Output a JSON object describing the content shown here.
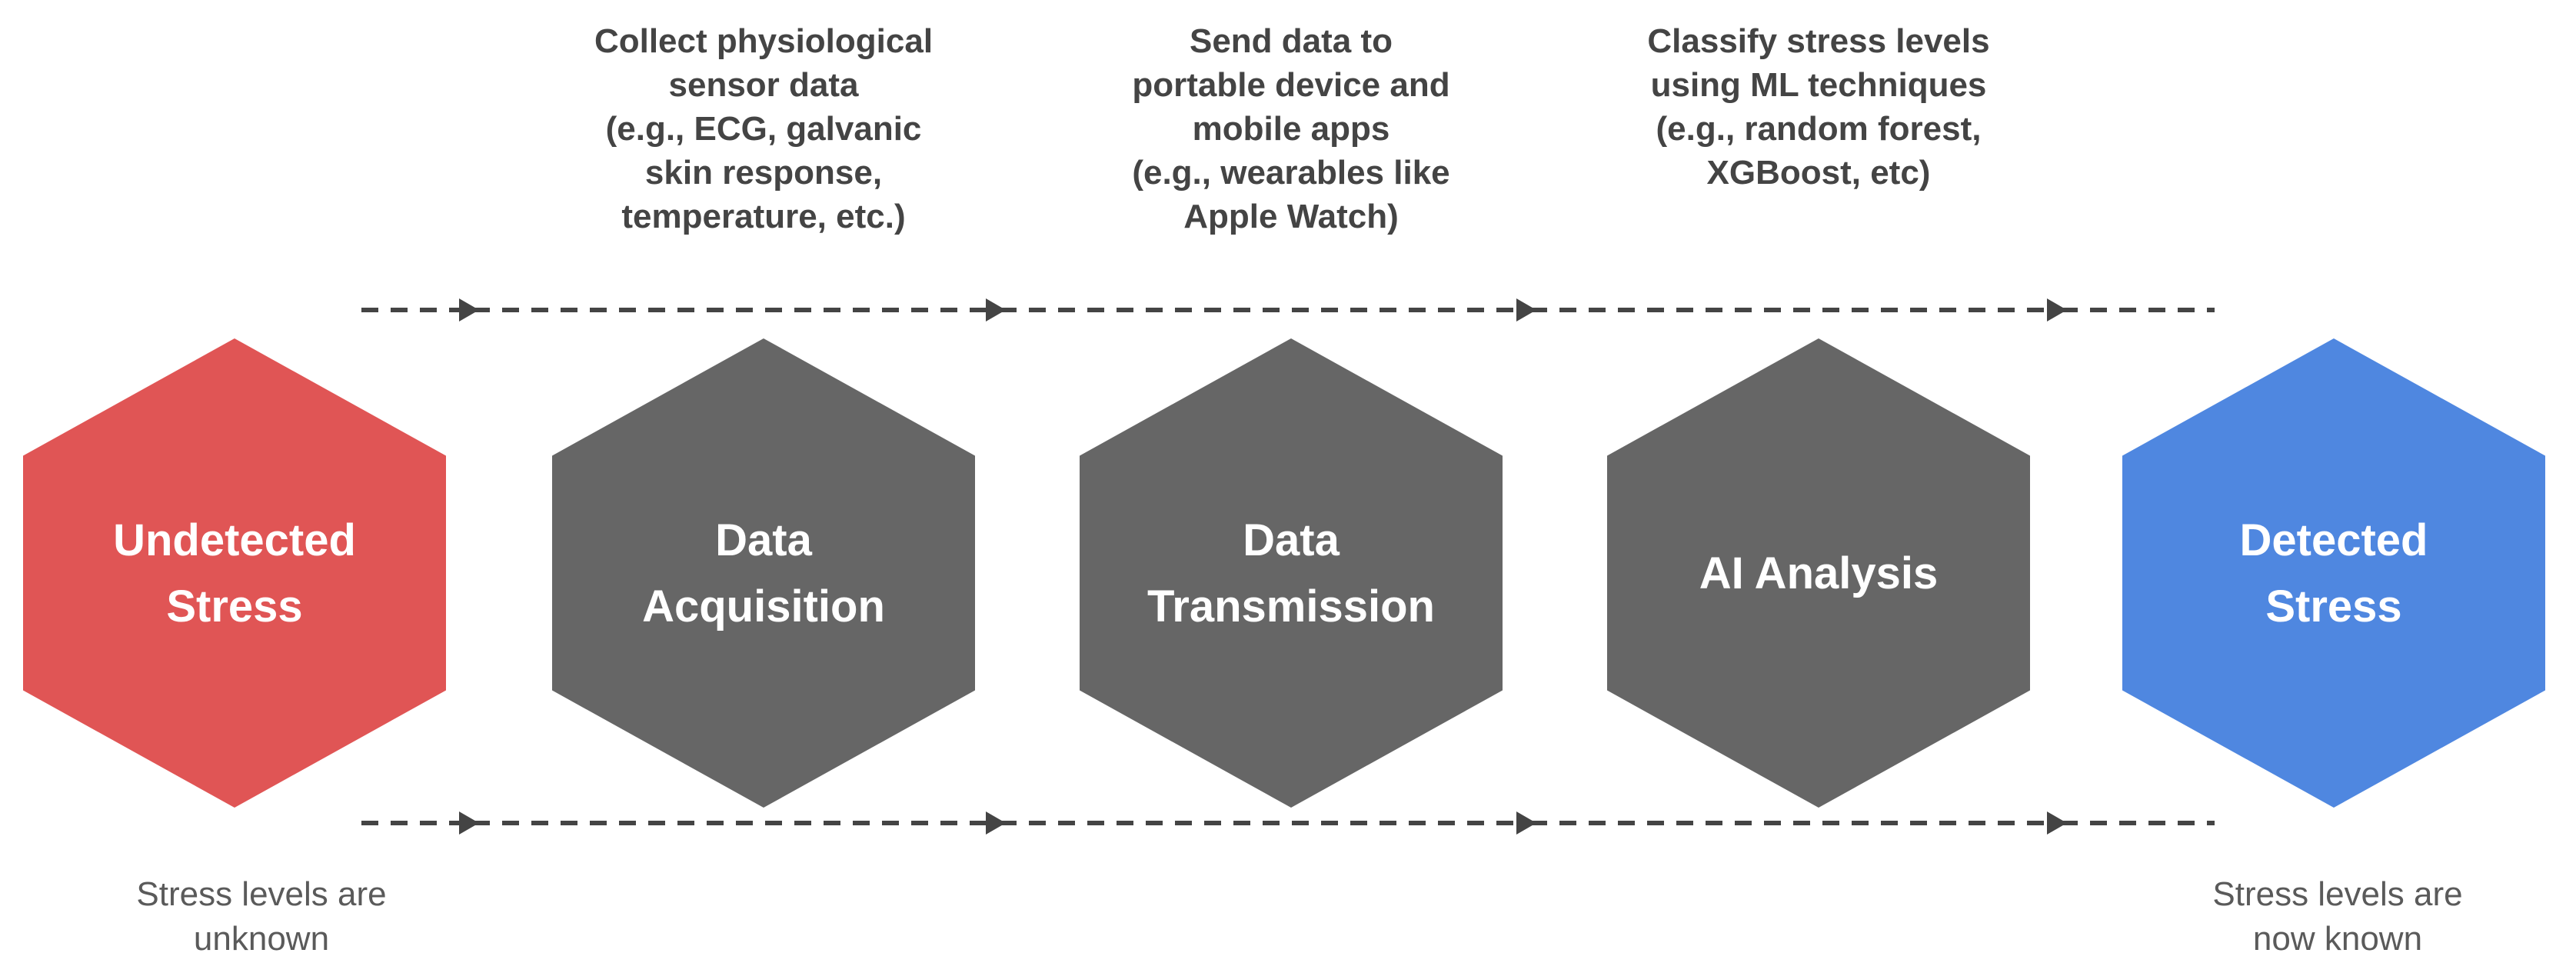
{
  "colors": {
    "start": "#e05555",
    "step": "#666666",
    "end": "#4f87e0",
    "connector": "#444444"
  },
  "stages": [
    {
      "id": "undetected",
      "title_lines": [
        "Undetected",
        "Stress"
      ],
      "top_lines": [],
      "bottom_lines": [
        "Stress levels are",
        "unknown"
      ],
      "color_key": "start"
    },
    {
      "id": "acquisition",
      "title_lines": [
        "Data",
        "Acquisition"
      ],
      "top_lines": [
        "Collect physiological",
        "sensor data",
        "(e.g., ECG, galvanic",
        "skin response,",
        "temperature, etc.)"
      ],
      "bottom_lines": [],
      "color_key": "step"
    },
    {
      "id": "transmission",
      "title_lines": [
        "Data",
        "Transmission"
      ],
      "top_lines": [
        "Send data to",
        "portable device and",
        "mobile apps",
        "(e.g., wearables like",
        "Apple Watch)"
      ],
      "bottom_lines": [],
      "color_key": "step"
    },
    {
      "id": "analysis",
      "title_lines": [
        "AI Analysis"
      ],
      "top_lines": [
        "Classify stress levels",
        "using ML techniques",
        "(e.g., random forest,",
        "XGBoost, etc)"
      ],
      "bottom_lines": [],
      "color_key": "step"
    },
    {
      "id": "detected",
      "title_lines": [
        "Detected",
        "Stress"
      ],
      "top_lines": [],
      "bottom_lines": [
        "Stress levels are",
        "now known"
      ],
      "color_key": "end"
    }
  ]
}
